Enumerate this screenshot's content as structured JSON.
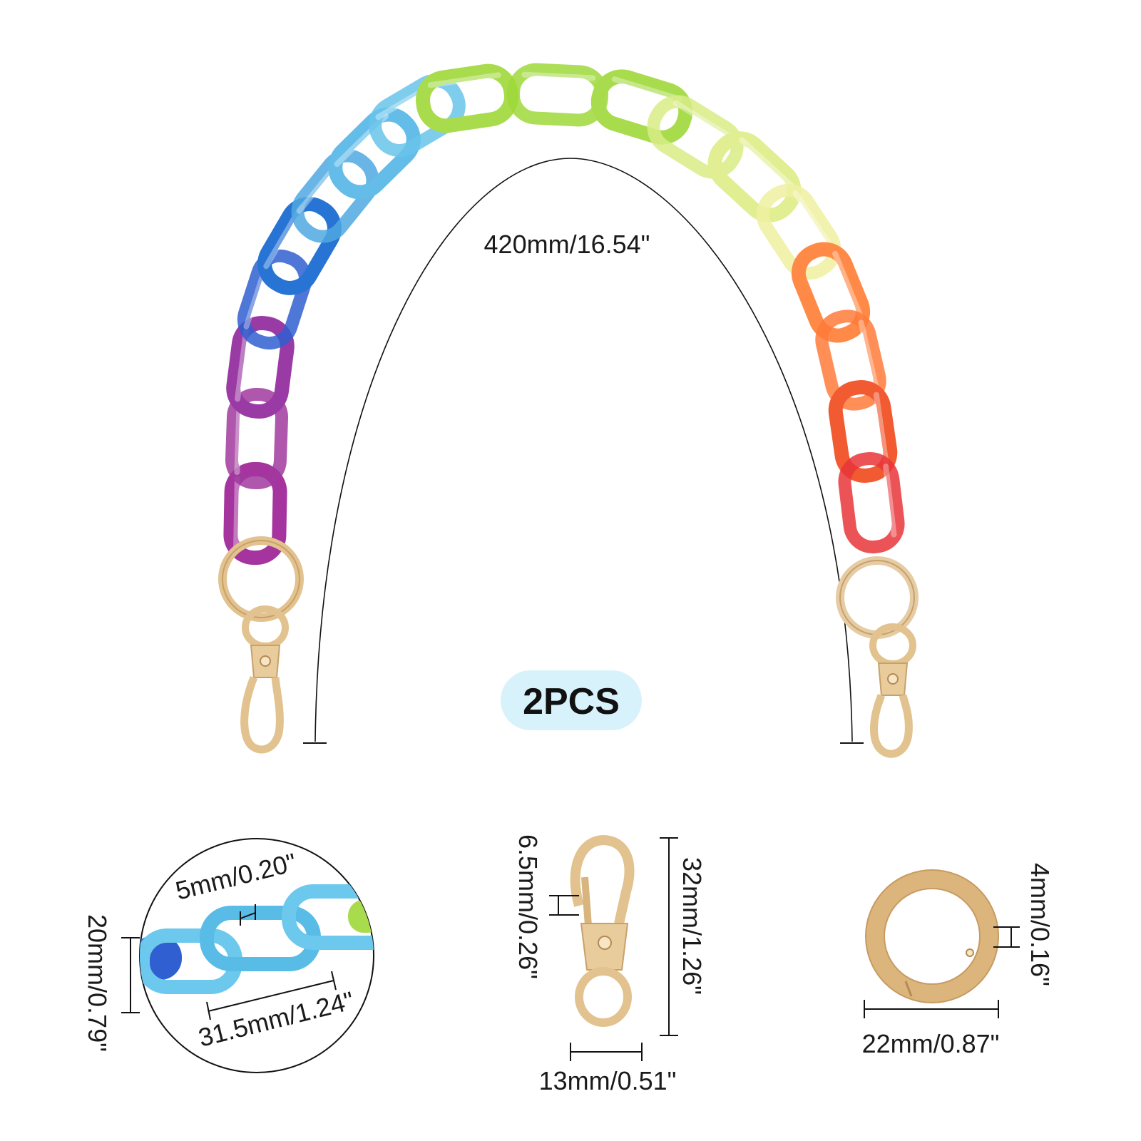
{
  "product": {
    "badge_label": "2PCS",
    "chain_length_label": "420mm/16.54\"",
    "link_colors": [
      "#a5349f",
      "#a1389f",
      "#9a3aa5",
      "#2f5fd0",
      "#2874d4",
      "#4fa8e0",
      "#63bde8",
      "#68c4ea",
      "#a8dc4c",
      "#9fd83a",
      "#a8dc4c",
      "#d8ec86",
      "#e2ee92",
      "#eef0a0",
      "#ff8a48",
      "#ff7a3a",
      "#f25a32",
      "#e8353a"
    ],
    "hardware_color": "#e2c28e",
    "badge_color": "#d8f2fb"
  },
  "details": {
    "chain_link": {
      "thickness_label": "5mm/0.20\"",
      "width_label": "20mm/0.79\"",
      "length_label": "31.5mm/1.24\""
    },
    "swivel_clasp": {
      "gap_label": "6.5mm/0.26\"",
      "height_label": "32mm/1.26\"",
      "width_label": "13mm/0.51\""
    },
    "spring_ring": {
      "thickness_label": "4mm/0.16\"",
      "diameter_label": "22mm/0.87\""
    }
  }
}
